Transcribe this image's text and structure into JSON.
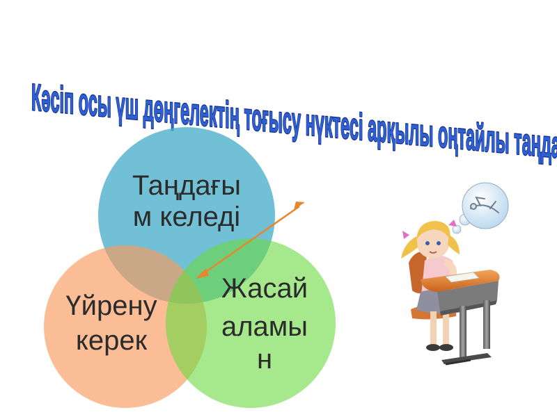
{
  "slide": {
    "title": "Кәсіп осы үш дөңгелектің тоғысу нүктесі арқылы оңтайлы таңда"
  },
  "diagram": {
    "circles": [
      {
        "id": "choose",
        "lines": [
          "Таңдағы",
          "м келеді"
        ],
        "fill": "#4aaecb",
        "label_color": "#2b2b2b"
      },
      {
        "id": "learn",
        "lines": [
          "Үйрену",
          "керек"
        ],
        "fill": "#f79a5c",
        "label_color": "#2b2b2b"
      },
      {
        "id": "able",
        "lines": [
          "Жасай",
          "аламы",
          "н"
        ],
        "fill": "#6bd83f",
        "label_color": "#2b2b2b"
      }
    ],
    "arrow_color": "#e8862e"
  },
  "colors": {
    "title_fill": "#2f5fd0",
    "title_stroke": "#0d2a8a"
  },
  "illustration": {
    "icon": "girl-at-desk-dreaming-icon"
  }
}
